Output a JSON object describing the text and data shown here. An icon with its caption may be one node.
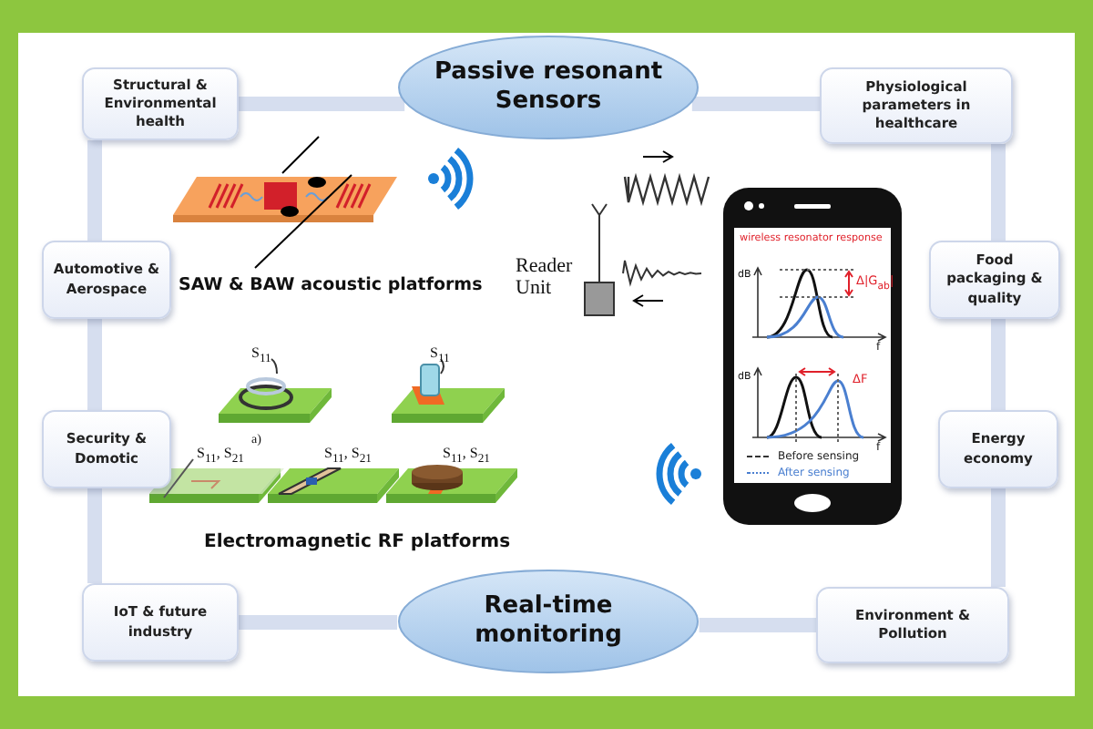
{
  "diagram": {
    "nodes": [
      {
        "text": [
          "Passive resonant Sensors"
        ]
      },
      {
        "text": [
          "Real-time monitoring"
        ]
      },
      {
        "text": [
          "Structural & Environmental health"
        ]
      },
      {
        "text": [
          "Automotive & Aerospace"
        ]
      },
      {
        "text": [
          "Security & Domotic"
        ]
      },
      {
        "text": [
          "IoT & future industry"
        ]
      },
      {
        "text": [
          "Physiological parameters in healthcare"
        ]
      },
      {
        "text": [
          "Food packaging & quality"
        ]
      },
      {
        "text": [
          "Energy economy"
        ]
      },
      {
        "text": [
          "Environment & Pollution"
        ]
      }
    ],
    "edges": [
      {
        "from": 2,
        "to": 0,
        "arrow": "none"
      },
      {
        "from": 0,
        "to": 6,
        "arrow": "none"
      },
      {
        "from": 6,
        "to": 7,
        "arrow": "none"
      },
      {
        "from": 7,
        "to": 8,
        "arrow": "none"
      },
      {
        "from": 8,
        "to": 9,
        "arrow": "none"
      },
      {
        "from": 9,
        "to": 1,
        "arrow": "none"
      },
      {
        "from": 1,
        "to": 5,
        "arrow": "none"
      },
      {
        "from": 5,
        "to": 4,
        "arrow": "none"
      },
      {
        "from": 4,
        "to": 3,
        "arrow": "none"
      },
      {
        "from": 3,
        "to": 2,
        "arrow": "none"
      }
    ],
    "labels": [
      "SAW & BAW acoustic platforms",
      "Reader Unit",
      "S$_{11}$",
      "S$_{11}$",
      "a)",
      "wireless resonator response",
      "dB",
      "Δ|G$_{ab}$|",
      "f",
      "dB",
      "ΔF",
      "f",
      "S$_{11}$, S$_{21}$",
      "S$_{11}$, S$_{21}$",
      "S$_{11}$, S$_{21}$",
      "Electromagnetic RF platforms"
    ],
    "legend": [
      {
        "text": "Before sensing"
      },
      {
        "text": "After sensing"
      }
    ]
  }
}
